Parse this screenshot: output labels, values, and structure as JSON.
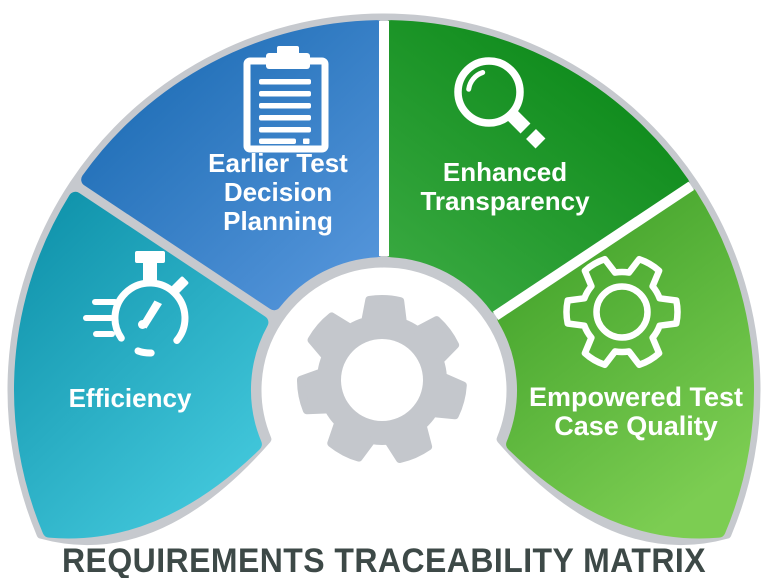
{
  "title": "REQUIREMENTS TRACEABILITY MATRIX",
  "colors": {
    "border_gray": "#c6c9ce",
    "gap_white": "#ffffff",
    "gear_gray": "#c4c7cc",
    "title_color": "#3d4947",
    "label_color": "#ffffff"
  },
  "segments": [
    {
      "id": "efficiency",
      "label_lines": [
        "Efficiency"
      ],
      "icon": "stopwatch-icon",
      "color_from": "#1295ad",
      "color_to": "#41c6da"
    },
    {
      "id": "earlier-test-decision-planning",
      "label_lines": [
        "Earlier Test",
        "Decision",
        "Planning"
      ],
      "icon": "clipboard-icon",
      "color_from": "#1e6db5",
      "color_to": "#5a99de"
    },
    {
      "id": "enhanced-transparency",
      "label_lines": [
        "Enhanced",
        "Transparency"
      ],
      "icon": "magnifier-icon",
      "color_from": "#0a8818",
      "color_to": "#3cab43"
    },
    {
      "id": "empowered-test-case-quality",
      "label_lines": [
        "Empowered Test",
        "Case Quality"
      ],
      "icon": "gear-outline-icon",
      "color_from": "#44a42c",
      "color_to": "#7ccd52"
    }
  ],
  "center": {
    "icon": "gear-icon"
  }
}
